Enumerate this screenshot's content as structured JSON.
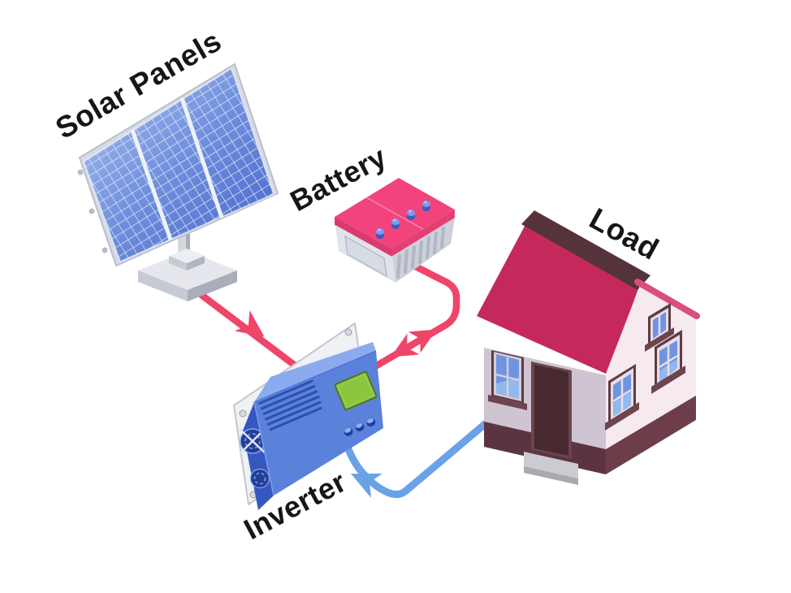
{
  "diagram": {
    "type": "solar-power-system",
    "background": "#ffffff",
    "labels": {
      "solar_panels": "Solar Panels",
      "battery": "Battery",
      "inverter": "Inverter",
      "load": "Load"
    },
    "components": [
      {
        "id": "solar_panels",
        "label": "Solar Panels"
      },
      {
        "id": "battery",
        "label": "Battery"
      },
      {
        "id": "inverter",
        "label": "Inverter"
      },
      {
        "id": "load",
        "label": "Load"
      }
    ],
    "connections": [
      {
        "from": "solar_panels",
        "to": "inverter",
        "style": "red-arrow",
        "direction": "one-way"
      },
      {
        "from": "battery",
        "to": "inverter",
        "style": "red-arrow",
        "direction": "two-way"
      },
      {
        "from": "inverter",
        "to": "load",
        "style": "blue-arrow",
        "direction": "one-way"
      }
    ],
    "colors": {
      "wire_red": "#ee4568",
      "wire_blue": "#6aa2e8",
      "battery_top": "#f2437c",
      "roof": "#c5295b",
      "roof_trim": "#d94f79",
      "inverter_body": "#5b82da",
      "display_green": "#8cc63f",
      "panel_frame": "#d6dbe4",
      "house_wall_front": "#cfc4d1",
      "house_wall_gable": "#f6eaf0"
    }
  }
}
